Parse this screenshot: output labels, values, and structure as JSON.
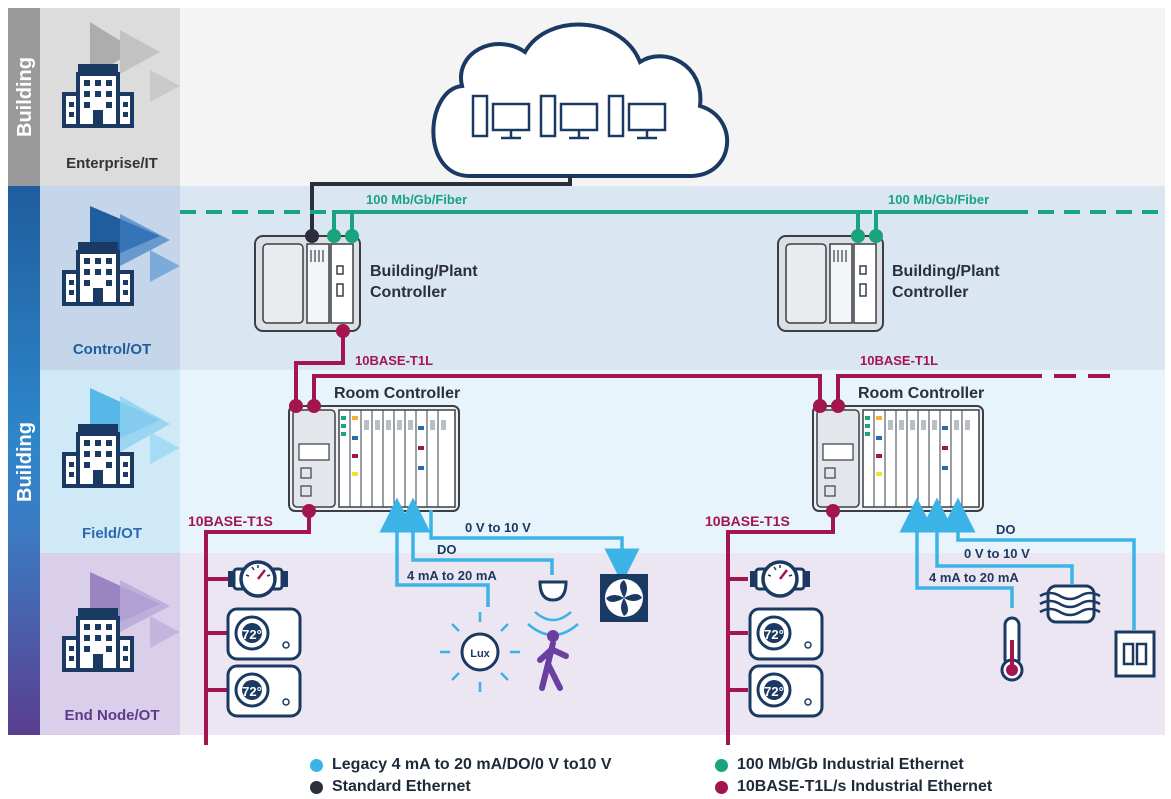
{
  "side_labels": {
    "upper": "Building",
    "lower": "Building"
  },
  "levels": [
    {
      "name": "Enterprise/IT",
      "color": "#333333"
    },
    {
      "name": "Control/OT",
      "color": "#1f5d9e"
    },
    {
      "name": "Field/OT",
      "color": "#2a6bb0"
    },
    {
      "name": "End Node/OT",
      "color": "#5e3a8c"
    }
  ],
  "controllers": {
    "left_label": "Building/Plant Controller",
    "right_label": "Building/Plant Controller",
    "line1": "Building/Plant",
    "line2": "Controller"
  },
  "room_controllers": {
    "left": "Room Controller",
    "right": "Room Controller"
  },
  "links": {
    "fiber_left": "100 Mb/Gb/Fiber",
    "fiber_right": "100 Mb/Gb/Fiber",
    "t1l_left": "10BASE-T1L",
    "t1l_right": "10BASE-T1L",
    "t1s_left": "10BASE-T1S",
    "t1s_right": "10BASE-T1S"
  },
  "signals_left": {
    "v": "0 V to 10 V",
    "do": "DO",
    "ma": "4 mA to 20 mA"
  },
  "signals_right": {
    "do": "DO",
    "v": "0 V to 10 V",
    "ma": "4 mA to 20 mA"
  },
  "devices": {
    "thermostat_temp": "72°",
    "lux": "Lux"
  },
  "legend": [
    {
      "label": "Legacy 4 mA to 20 mA/DO/0 V to10 V",
      "color": "#3bb3e6"
    },
    {
      "label": "Standard Ethernet",
      "color": "#2b2f3a"
    },
    {
      "label": "100 Mb/Gb Industrial Ethernet",
      "color": "#19a37f"
    },
    {
      "label": "10BASE-T1L/s Industrial Ethernet",
      "color": "#a3154f"
    }
  ],
  "colors": {
    "legacy": "#3bb3e6",
    "ethernet": "#2b2f3a",
    "industrial": "#19a37f",
    "t1": "#a3154f",
    "navy": "#1b3a63"
  }
}
